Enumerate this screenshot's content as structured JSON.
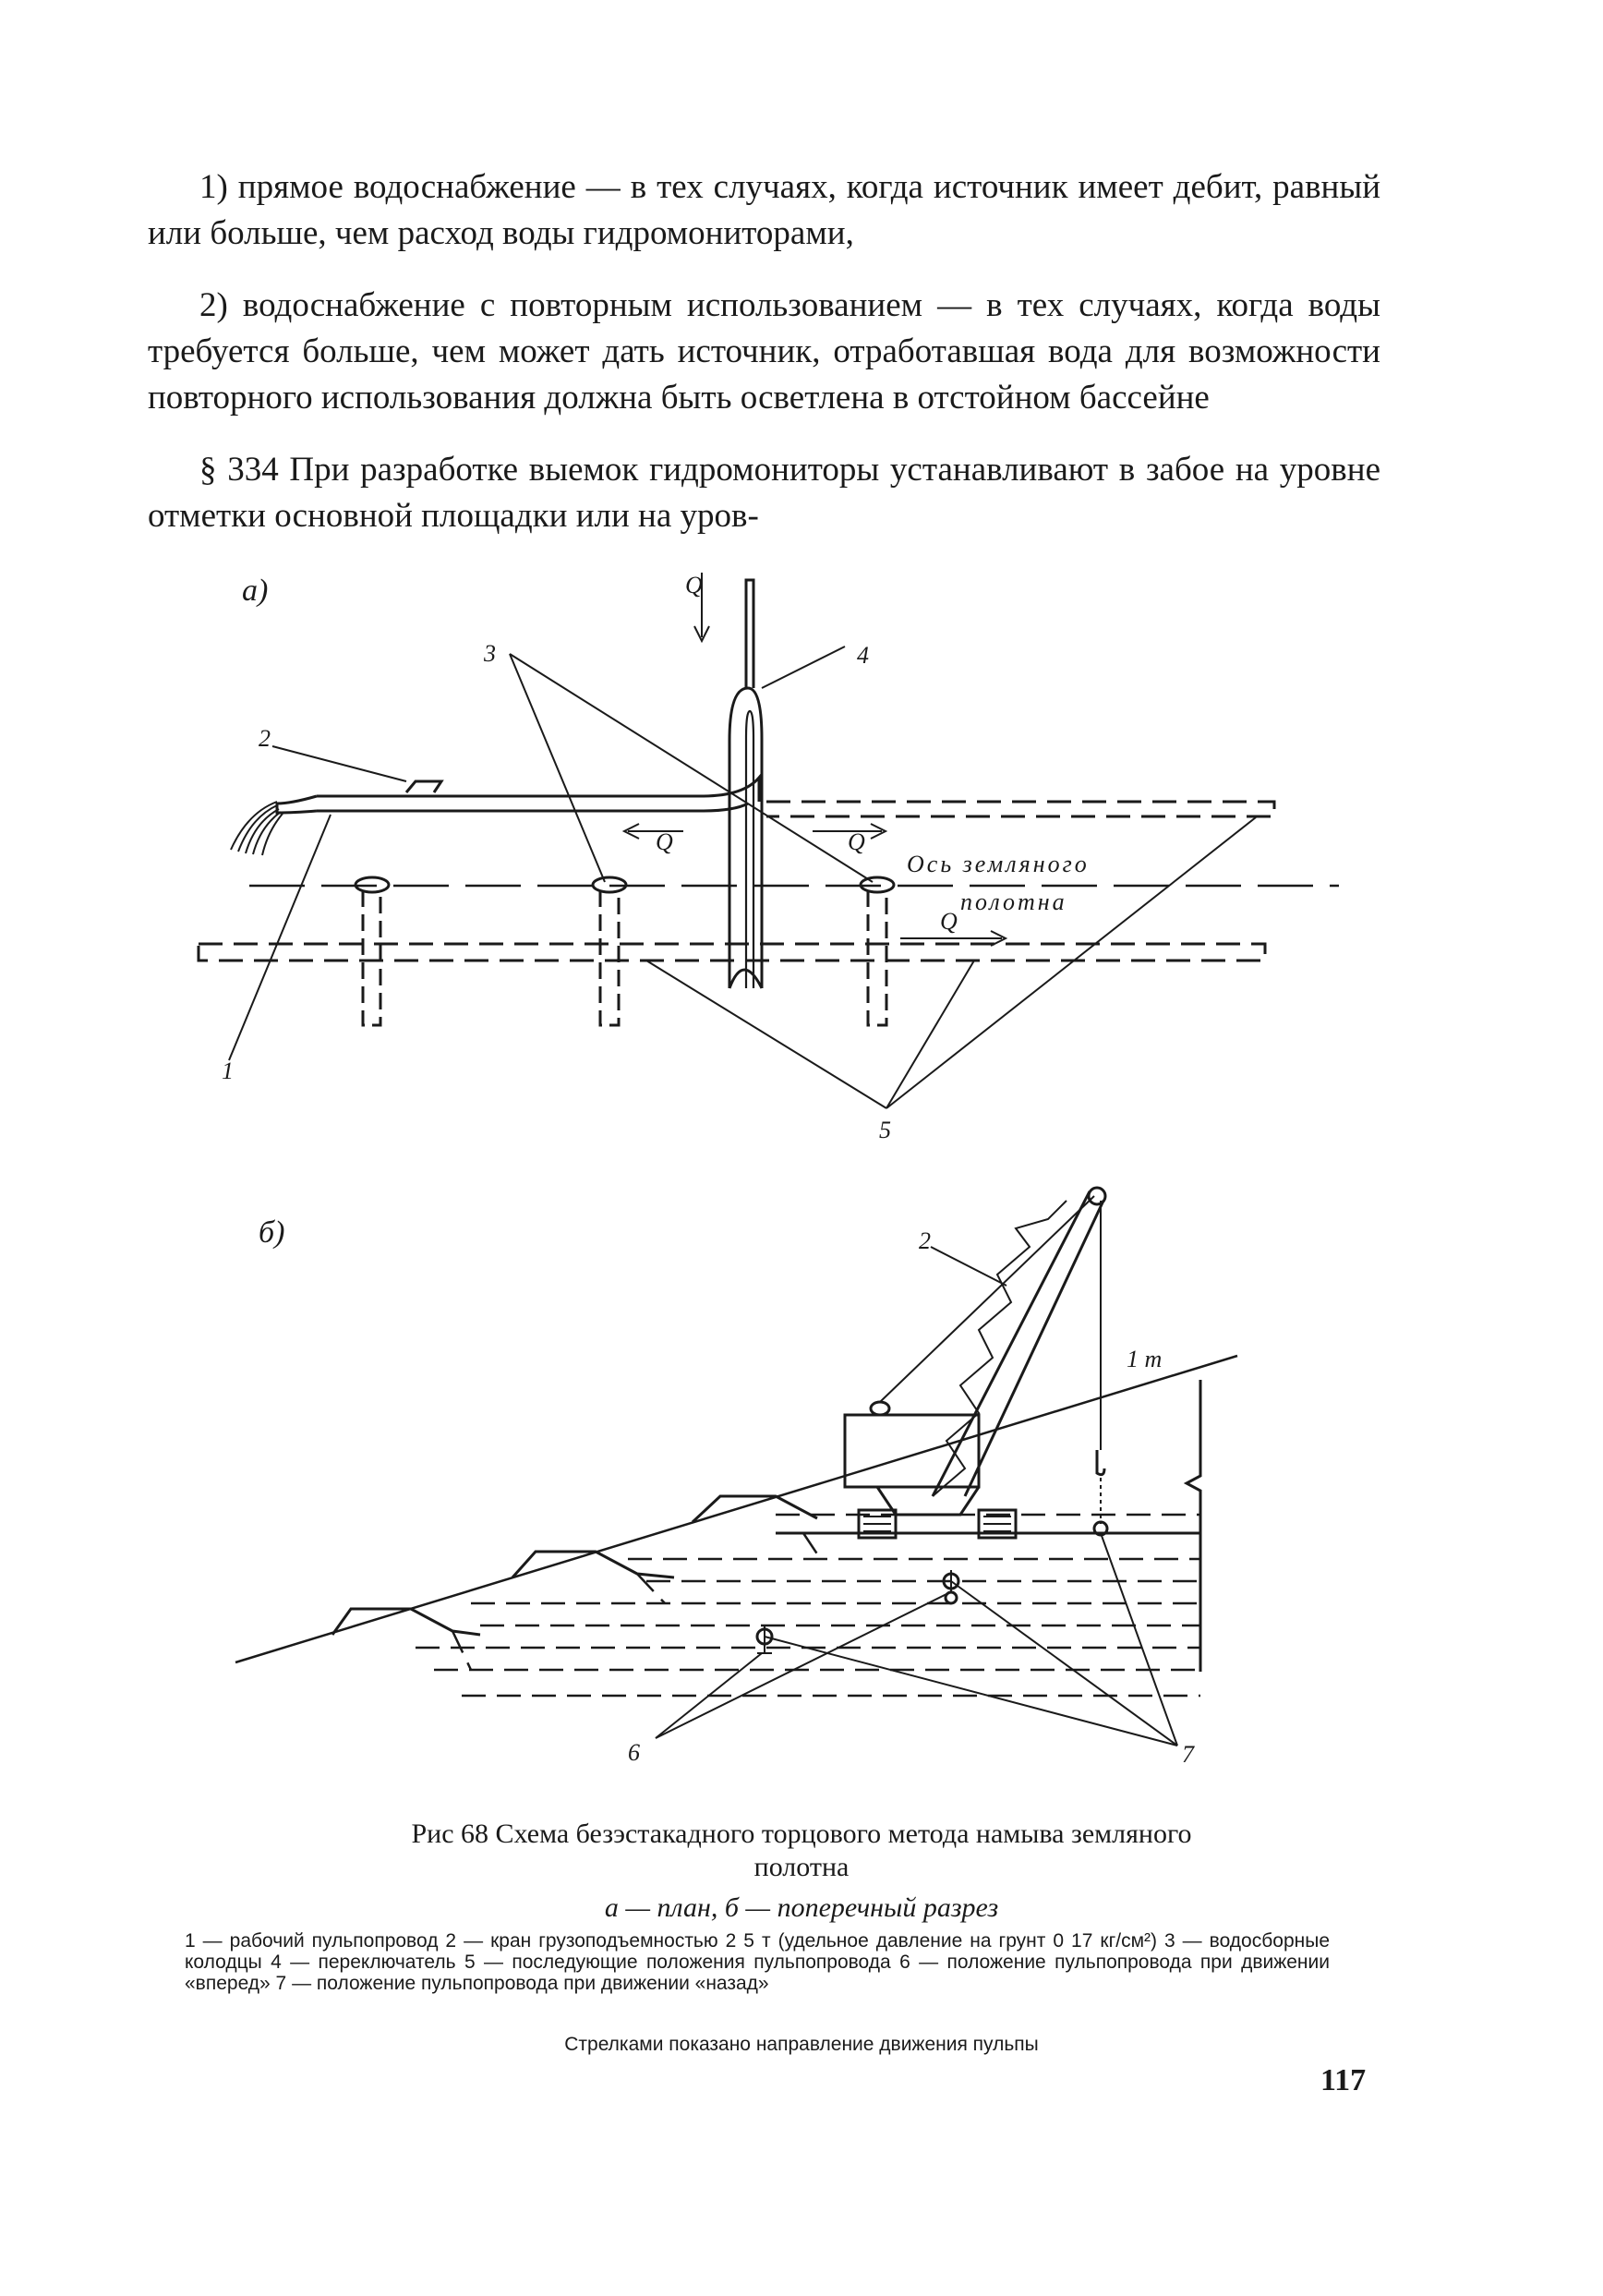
{
  "text": {
    "p1": "1) прямое водоснабжение — в тех случаях, когда источник имеет дебит, равный или больше, чем расход воды гидромониторами,",
    "p2": "2) водоснабжение с повторным использованием — в тех случаях, когда воды требуется больше, чем может дать источник, отработавшая вода для возможности повторного использования должна быть осветлена в отстойном бассейне",
    "p3": "§ 334 При разработке выемок гидромониторы устанавливают в забое на уровне отметки основной площадки или на уров-"
  },
  "figure_a": {
    "panel_label": "a)",
    "flow_label": "Q",
    "axis_label_1": "Ось земляного",
    "axis_label_2": "полотна",
    "callouts": [
      "1",
      "2",
      "3",
      "4",
      "5"
    ]
  },
  "figure_b": {
    "panel_label": "б)",
    "slope_label": "1 m",
    "callouts": [
      "2",
      "6",
      "7"
    ]
  },
  "caption": {
    "title_line1": "Рис 68 Схема безэстакадного торцового метода намыва земляного",
    "title_line2": "полотна",
    "subtitle": "а — план, б — поперечный разрез",
    "legend": "1 — рабочий пульпопровод 2 — кран грузоподъемностью 2 5 т (удельное давление на грунт 0 17 кг/см²) 3 — водосборные колодцы 4 — переключатель 5 — последующие положения пульпопровода 6 — положение пульпопровода при движении «вперед» 7 — положение пульпопровода при движении «назад»",
    "legend_last": "Стрелками показано направление движения пульпы"
  },
  "page_number": "117"
}
